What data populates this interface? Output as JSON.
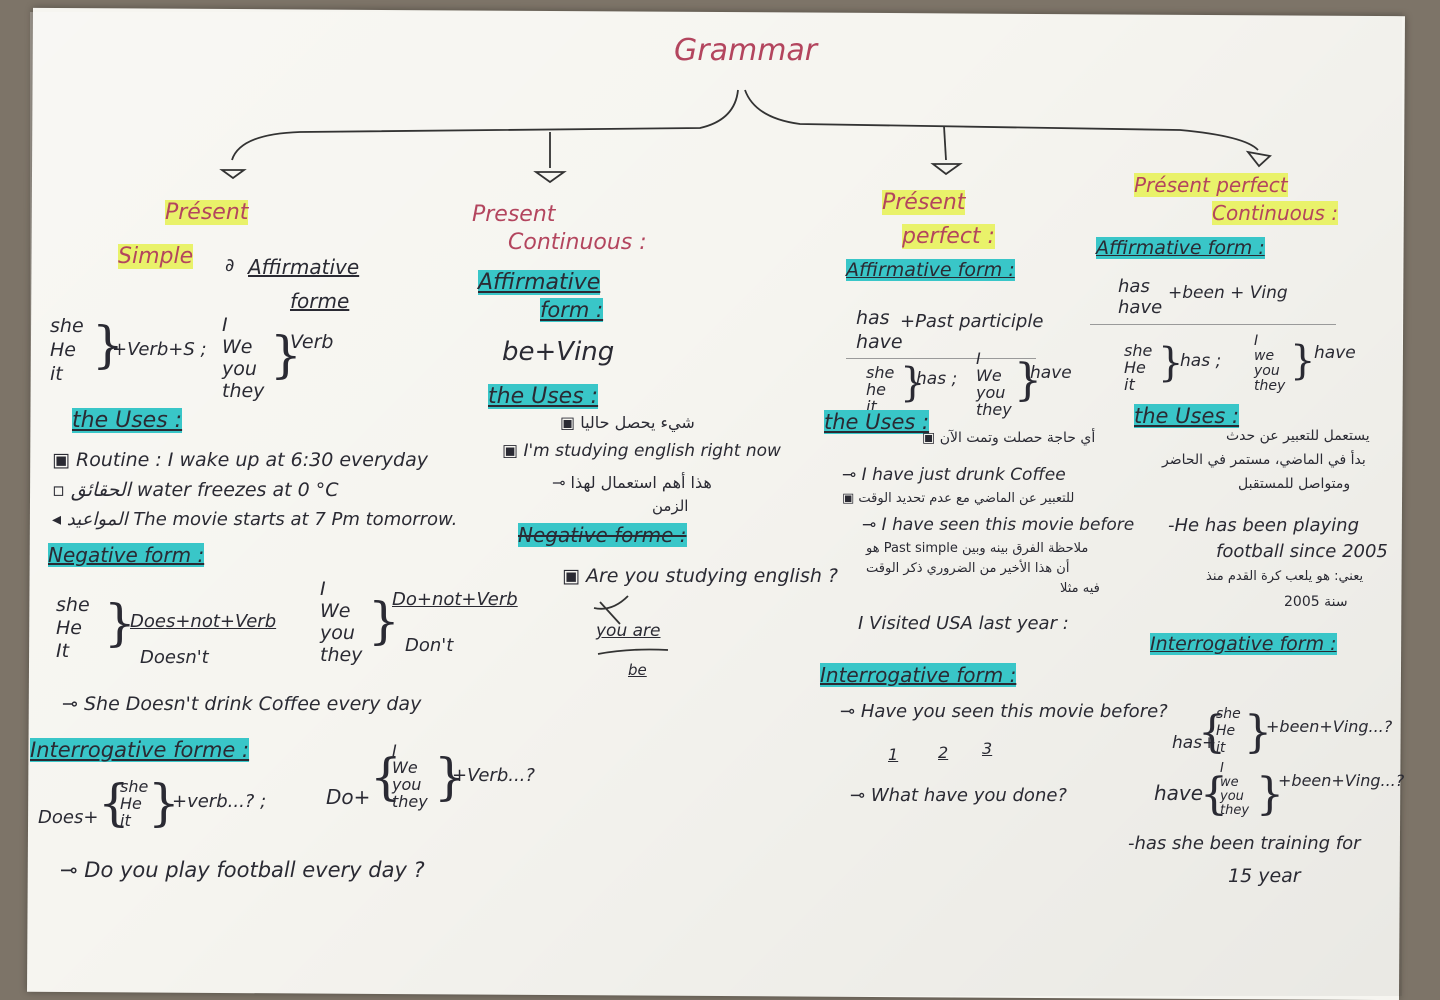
{
  "title": "Grammar",
  "col1": {
    "h1": "Présent",
    "h2": "Simple",
    "aff": "Affirmative",
    "aff2": "forme",
    "pron_a": [
      "she",
      "He",
      "it"
    ],
    "plus_a": "+Verb+S ;",
    "pron_b": [
      "I",
      "We",
      "you",
      "they"
    ],
    "verb_b": "Verb",
    "uses": "the Uses :",
    "u1": "Routine : I wake up at 6:30 everyday",
    "u2_ar": "الحقائق",
    "u2": "water freezes at 0 °C",
    "u3_ar": "المواعيد",
    "u3": "The movie starts at 7 Pm tomorrow.",
    "neg": "Negative form :",
    "neg_pron_a": [
      "she",
      "He",
      "It"
    ],
    "neg_a1": "Does+not+Verb",
    "neg_a2": "Doesn't",
    "neg_pron_b": [
      "I",
      "We",
      "you",
      "they"
    ],
    "neg_b1": "Do+not+Verb",
    "neg_b2": "Don't",
    "neg_ex": "She Doesn't drink Coffee every day",
    "int": "Interrogative forme :",
    "int_does": "Does+",
    "int_pron_a": [
      "she",
      "He",
      "it"
    ],
    "int_a": "+verb...? ;",
    "int_do": "Do+",
    "int_pron_b": [
      "I",
      "We",
      "you",
      "they"
    ],
    "int_b": "+Verb...?",
    "int_ex": "Do you play football every day ?"
  },
  "col2": {
    "h1": "Present",
    "h2": "Continuous :",
    "aff": "Affirmative",
    "aff2": "form :",
    "formula": "be+Ving",
    "uses": "the Uses :",
    "u1_ar": "شيء يحصل حاليا",
    "u2": "I'm studying english right now",
    "u3_ar": "هذا أهم استعمال لهذا",
    "u3b_ar": "الزمن",
    "neg": "Negative forme :",
    "q": "Are you studying english ?",
    "q_sub": "you are",
    "q_be": "be"
  },
  "col3": {
    "h1": "Présent",
    "h2": "perfect :",
    "aff": "Affirmative form :",
    "has": "has",
    "have": "have",
    "pp": "+Past participle",
    "pron_a": [
      "she",
      "he",
      "it"
    ],
    "has2": "has ;",
    "pron_b": [
      "I",
      "We",
      "you",
      "they"
    ],
    "have2": "have",
    "uses": "the Uses :",
    "u1_ar": "أي حاجة حصلت وتمت الآن",
    "u1": "I have just drunk Coffee",
    "u2_ar": "للتعبير عن الماضي مع عدم تحديد الوقت",
    "u2": "I have seen this movie before",
    "u3_ar1": "ملاحظة الفرق بينه وبين Past simple هو",
    "u3_ar2": "أن هذا الأخير من الضروري ذكر الوقت",
    "u3_ar3": "فيه مثلا",
    "u4": "I Visited USA last year :",
    "int": "Interrogative form :",
    "q1": "Have you seen this movie before?",
    "n1": "1",
    "n2": "2",
    "n3": "3",
    "q2": "What have you done?"
  },
  "col4": {
    "h1": "Présent perfect",
    "h2": "Continuous :",
    "aff": "Affirmative form :",
    "has": "has",
    "have": "have",
    "formula": "+been + Ving",
    "pron_a": [
      "she",
      "He",
      "it"
    ],
    "has2": "has ;",
    "pron_b": [
      "I",
      "we",
      "you",
      "they"
    ],
    "have2": "have",
    "uses": "the Uses :",
    "u1_ar1": "يستعمل للتعبير عن حدث",
    "u1_ar2": "بدأ في الماضي، مستمر في الحاضر",
    "u1_ar3": "ومتواصل للمستقبل",
    "ex": "-He has been playing",
    "ex2": "football since 2005",
    "ex_ar1": "يعني: هو يلعب كرة القدم منذ",
    "ex_ar2": "سنة 2005",
    "int": "Interrogative form :",
    "int_has": "has+",
    "int_pron_a": [
      "she",
      "He",
      "it"
    ],
    "int_a": "+been+Ving...?",
    "int_have": "have",
    "int_pron_b": [
      "I",
      "we",
      "you",
      "they"
    ],
    "int_b": "+been+Ving...?",
    "int_ex": "-has she been training for",
    "int_ex2": "15 year"
  }
}
